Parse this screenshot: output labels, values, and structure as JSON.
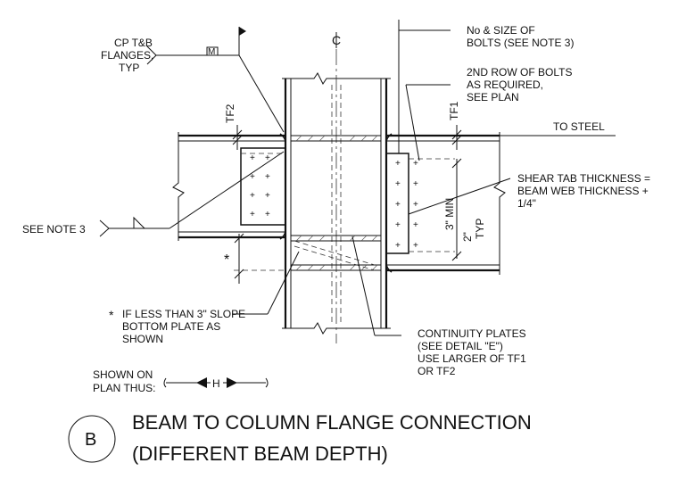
{
  "bubble": "B",
  "title_line1": "BEAM TO COLUMN FLANGE CONNECTION",
  "title_line2": "(DIFFERENT BEAM DEPTH)",
  "centerline_symbol": "C",
  "labels": {
    "cp_flanges": [
      "CP T&B",
      "FLANGES,",
      "TYP"
    ],
    "weld_m": "M",
    "bolts_size": [
      "No & SIZE OF",
      "BOLTS (SEE NOTE 3)"
    ],
    "second_row": [
      "2ND ROW OF BOLTS",
      "AS REQUIRED,",
      "SEE PLAN"
    ],
    "tf2": "TF2",
    "tf1": "TF1",
    "to_steel": "TO STEEL",
    "shear_tab": [
      "SHEAR TAB THICKNESS =",
      "BEAM WEB THICKNESS +",
      "1/4\""
    ],
    "min3": "3\" MIN",
    "two_in": "2\"",
    "typ": "TYP",
    "see_note3": "SEE NOTE 3",
    "star": "*",
    "slope_note": [
      "IF LESS THAN 3\" SLOPE",
      "BOTTOM PLATE AS",
      "SHOWN"
    ],
    "continuity": [
      "CONTINUITY PLATES",
      "(SEE DETAIL \"E\")",
      "USE LARGER OF TF1",
      "OR TF2"
    ],
    "shown_on": [
      "SHOWN ON",
      "PLAN THUS:"
    ],
    "h_symbol": "H"
  }
}
